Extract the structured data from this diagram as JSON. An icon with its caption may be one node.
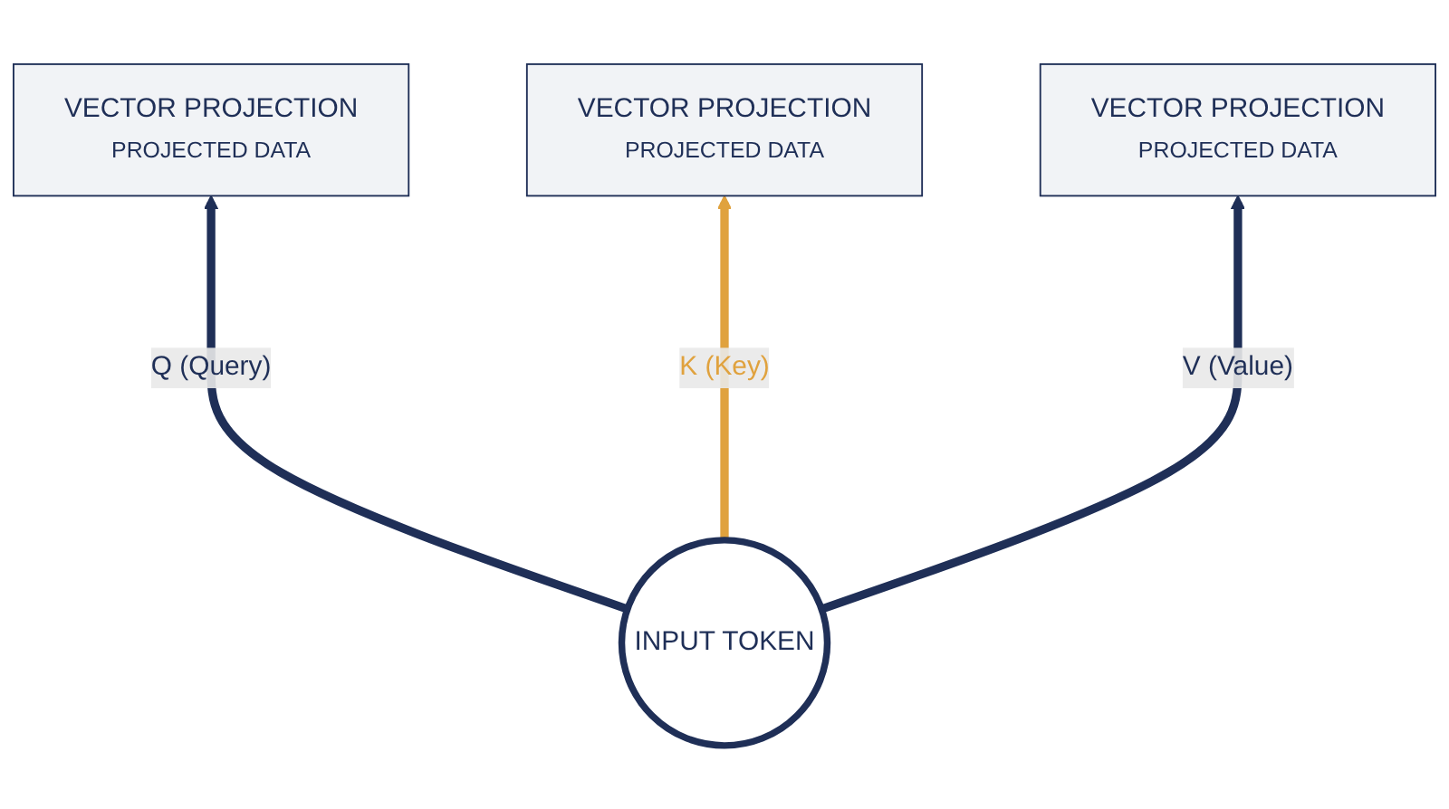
{
  "diagram": {
    "nodes": [
      {
        "text": [
          "VECTOR PROJECTION",
          "PROJECTED DATA"
        ]
      },
      {
        "text": [
          "VECTOR PROJECTION",
          "PROJECTED DATA"
        ]
      },
      {
        "text": [
          "VECTOR PROJECTION",
          "PROJECTED DATA"
        ]
      },
      {
        "text": [
          "INPUT TOKEN"
        ]
      }
    ],
    "edges": [
      {
        "from": 3,
        "to": 0,
        "arrow": "to",
        "label": "Q (Query)"
      },
      {
        "from": 3,
        "to": 1,
        "arrow": "to",
        "label": "K (Key)",
        "color": "#e0a23e"
      },
      {
        "from": 3,
        "to": 2,
        "arrow": "to",
        "label": "V (Value)"
      }
    ]
  }
}
